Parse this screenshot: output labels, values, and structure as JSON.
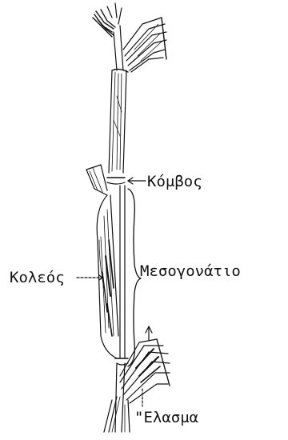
{
  "labels": {
    "node": "Κόμβος",
    "sheath": "Κολεός",
    "internode": "Μεσογονάτιο",
    "blade": "\"Ελασμα"
  },
  "style": {
    "ink": "#111111",
    "background": "#ffffff"
  }
}
